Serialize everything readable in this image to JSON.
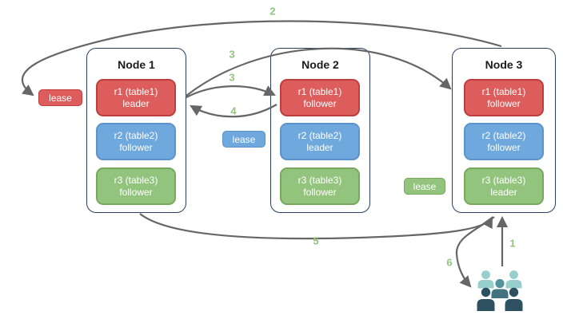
{
  "diagram": {
    "nodes": [
      {
        "title": "Node 1",
        "replicas": [
          {
            "range": "r1 (table1)",
            "role": "leader",
            "color": "red"
          },
          {
            "range": "r2 (table2)",
            "role": "follower",
            "color": "blue"
          },
          {
            "range": "r3 (table3)",
            "role": "follower",
            "color": "green"
          }
        ]
      },
      {
        "title": "Node 2",
        "replicas": [
          {
            "range": "r1 (table1)",
            "role": "follower",
            "color": "red"
          },
          {
            "range": "r2 (table2)",
            "role": "leader",
            "color": "blue"
          },
          {
            "range": "r3 (table3)",
            "role": "follower",
            "color": "green"
          }
        ]
      },
      {
        "title": "Node 3",
        "replicas": [
          {
            "range": "r1 (table1)",
            "role": "follower",
            "color": "red"
          },
          {
            "range": "r2 (table2)",
            "role": "follower",
            "color": "blue"
          },
          {
            "range": "r3 (table3)",
            "role": "leader",
            "color": "green"
          }
        ]
      }
    ],
    "leases": [
      {
        "label": "lease",
        "color": "red"
      },
      {
        "label": "lease",
        "color": "blue"
      },
      {
        "label": "lease",
        "color": "green"
      }
    ],
    "steps": {
      "n1": "1",
      "n2": "2",
      "n3a": "3",
      "n3b": "3",
      "n4": "4",
      "n5": "5",
      "n6": "6"
    },
    "icons": {
      "users_group": "users-group-icon (five person silhouettes, teal/navy)"
    }
  },
  "colors": {
    "red": "#dd5c5c",
    "red-border": "#bf3d3d",
    "blue": "#6fa8dc",
    "blue-border": "#5b93cc",
    "green": "#93c47d",
    "green-border": "#77a85e",
    "node-border": "#2a3f60",
    "arrow": "#666666",
    "step": "#93c47d",
    "users-light": "#96cfcb",
    "users-mid-head": "#52939b",
    "users-mid-body": "#42737f",
    "users-dark": "#2e5162"
  }
}
